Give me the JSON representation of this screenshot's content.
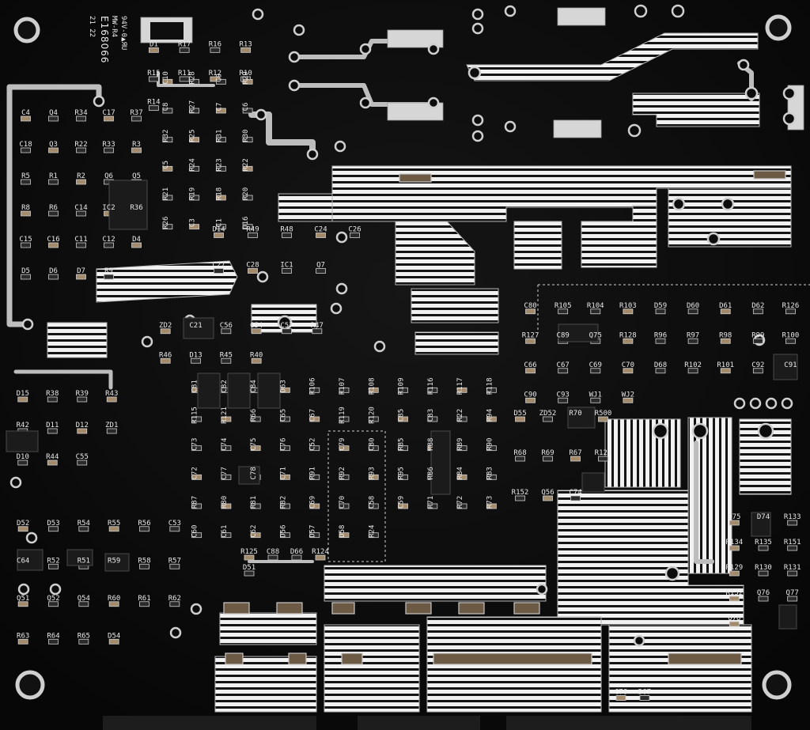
{
  "board": {
    "marking_lines": [
      "E168066",
      "MW-R4",
      "94V-0▲ЯU",
      "21 22"
    ],
    "labels": [
      "D1",
      "R17",
      "R16",
      "R13",
      "R15",
      "R11",
      "R12",
      "R10",
      "R14",
      "C10",
      "R28",
      "C9",
      "R29",
      "C8",
      "R27",
      "C7",
      "C6",
      "R32",
      "R25",
      "R31",
      "R30",
      "C5",
      "R24",
      "R23",
      "R22",
      "R21",
      "R19",
      "R18",
      "R20",
      "R26",
      "C3",
      "C1",
      "D16",
      "C4",
      "Q4",
      "R34",
      "C17",
      "R37",
      "C18",
      "Q3",
      "R22",
      "R33",
      "R3",
      "R5",
      "R1",
      "R2",
      "Q6",
      "Q5",
      "R8",
      "R6",
      "C14",
      "IC2",
      "R36",
      "C15",
      "C16",
      "C11",
      "C12",
      "D4",
      "D5",
      "D6",
      "D7",
      "R9",
      "D14",
      "R49",
      "R48",
      "C24",
      "C26",
      "C27",
      "C28",
      "IC1",
      "Q7",
      "ZD2",
      "C21",
      "C56",
      "C54",
      "C57",
      "R47",
      "R46",
      "D13",
      "R45",
      "R40",
      "D15",
      "R38",
      "R39",
      "R43",
      "R42",
      "D11",
      "D12",
      "ZD1",
      "D10",
      "R44",
      "C55",
      "C81",
      "C82",
      "C84",
      "D63",
      "R106",
      "R107",
      "R108",
      "R109",
      "R116",
      "R117",
      "R118",
      "R115",
      "R121",
      "R66",
      "C65",
      "C67",
      "R119",
      "R120",
      "C85",
      "C83",
      "R22",
      "R94",
      "C73",
      "C74",
      "C75",
      "C76",
      "C52",
      "C79",
      "C80",
      "R85",
      "R88",
      "R89",
      "R90",
      "C72",
      "C77",
      "C78",
      "C71",
      "R91",
      "R92",
      "R93",
      "R95",
      "R86",
      "R84",
      "R83",
      "R87",
      "R80",
      "R81",
      "R82",
      "C69",
      "C70",
      "C58",
      "C59",
      "R71",
      "R72",
      "R73",
      "C60",
      "C61",
      "C62",
      "D56",
      "D57",
      "D58",
      "R24",
      "R125",
      "C88",
      "D66",
      "R124",
      "D51",
      "D52",
      "D53",
      "R54",
      "R55",
      "R56",
      "C53",
      "C64",
      "R52",
      "R51",
      "R59",
      "R58",
      "R57",
      "Q51",
      "Q52",
      "Q54",
      "R60",
      "R61",
      "R62",
      "R63",
      "R64",
      "R65",
      "D54",
      "D55",
      "ZD52",
      "R70",
      "R500",
      "R68",
      "R69",
      "R67",
      "R123",
      "R152",
      "Q56",
      "C74",
      "C80",
      "R105",
      "R104",
      "R103",
      "D59",
      "D60",
      "D61",
      "D62",
      "R126",
      "R127",
      "C89",
      "Q75",
      "R128",
      "R96",
      "R97",
      "R98",
      "R99",
      "R100",
      "C66",
      "C67",
      "C69",
      "C70",
      "D68",
      "R102",
      "R101",
      "C92",
      "C91",
      "C90",
      "C93",
      "WJ1",
      "WJ2",
      "D75",
      "D74",
      "R133",
      "R134",
      "R135",
      "R151",
      "R129",
      "R130",
      "R131",
      "R132",
      "Q76",
      "Q77",
      "Q78",
      "C76",
      "D67",
      "R138",
      "R137"
    ]
  }
}
